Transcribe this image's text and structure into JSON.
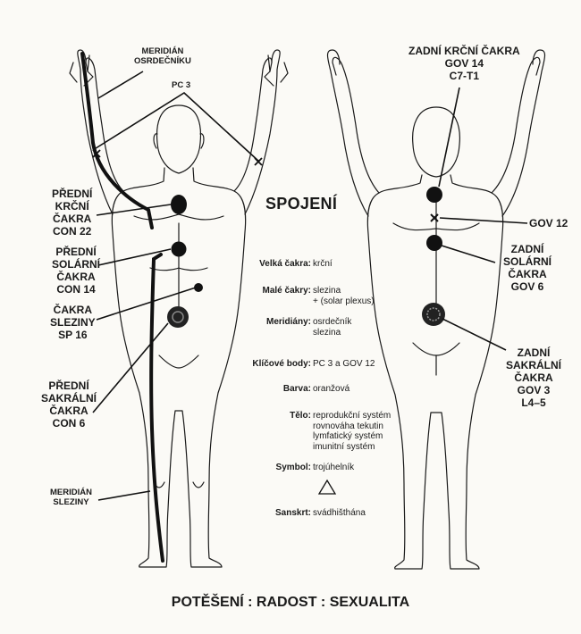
{
  "title": "SPOJENÍ",
  "footer": "POTĚŠENÍ : RADOST : SEXUALITA",
  "front_labels": {
    "meridian_pc": [
      "MERIDIÁN",
      "OSRDEČNÍKU"
    ],
    "pc3": "PC 3",
    "throat": [
      "PŘEDNÍ",
      "KRČNÍ",
      "ČAKRA",
      "CON 22"
    ],
    "solar": [
      "PŘEDNÍ",
      "SOLÁRNÍ",
      "ČAKRA",
      "CON 14"
    ],
    "spleen": [
      "ČAKRA",
      "SLEZINY",
      "SP 16"
    ],
    "sacral": [
      "PŘEDNÍ",
      "SAKRÁLNÍ",
      "ČAKRA",
      "CON 6"
    ],
    "meridian_sp": [
      "MERIDIÁN",
      "SLEZINY"
    ]
  },
  "back_labels": {
    "throat": [
      "ZADNÍ KRČNÍ ČAKRA",
      "GOV 14",
      "C7-T1"
    ],
    "gov12": "GOV 12",
    "solar": [
      "ZADNÍ",
      "SOLÁRNÍ",
      "ČAKRA",
      "GOV 6"
    ],
    "sacral": [
      "ZADNÍ",
      "SAKRÁLNÍ",
      "ČAKRA",
      "GOV 3",
      "L4–5"
    ]
  },
  "info": [
    {
      "key": "Velká čakra",
      "value": [
        "krční"
      ]
    },
    {
      "key": "Malé čakry",
      "value": [
        "slezina",
        "+ (solar plexus)"
      ]
    },
    {
      "key": "Meridiány",
      "value": [
        "osrdečník",
        "slezina"
      ]
    },
    {
      "key": "Klíčové body",
      "value": [
        "PC 3 a GOV 12"
      ]
    },
    {
      "key": "Barva",
      "value": [
        "oranžová"
      ]
    },
    {
      "key": "Tělo",
      "value": [
        "reprodukční systém",
        "rovnováha tekutin",
        "lymfatický systém",
        "imunitní systém"
      ]
    },
    {
      "key": "Symbol",
      "value": [
        "trojúhelník"
      ]
    },
    {
      "key": "Sanskrt",
      "value": [
        "svádhišthána"
      ]
    }
  ],
  "colors": {
    "ink": "#1a1a1a",
    "paper": "#fbfaf6"
  }
}
